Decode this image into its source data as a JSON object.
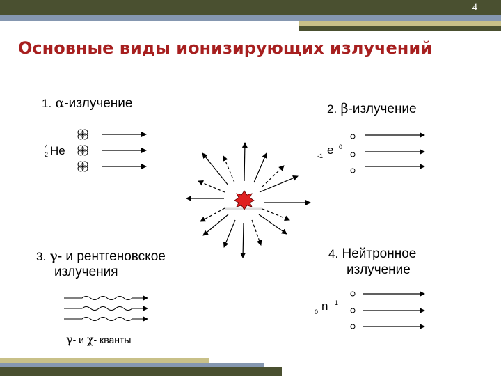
{
  "slide": {
    "number": "4",
    "title": "Основные виды ионизирующих излучений"
  },
  "sections": {
    "alpha": {
      "num": "1.",
      "symbol": "α",
      "label": "-излучение",
      "particle": "He",
      "mass": "4",
      "charge": "2"
    },
    "beta": {
      "num": "2.",
      "symbol": "β",
      "label": "-излучение",
      "particle": "e",
      "sub": "-1",
      "sup": "0"
    },
    "gamma": {
      "num": "3.",
      "symbol": "γ",
      "label_line1": "-  и рентгеновское",
      "label_line2": "излучения",
      "quanta_gamma": "γ",
      "quanta_mid": "-  и ",
      "quanta_chi": "χ",
      "quanta_end": "- кванты"
    },
    "neutron": {
      "num": "4.",
      "label_line1": "Нейтронное",
      "label_line2": "излучение",
      "particle": "n",
      "sub": "0",
      "sup": "1"
    }
  },
  "colors": {
    "topbar": "#4a5030",
    "accent_blue": "#8597b0",
    "accent_gold": "#c8c088",
    "title": "#a71f1f",
    "source": "#e02020"
  }
}
